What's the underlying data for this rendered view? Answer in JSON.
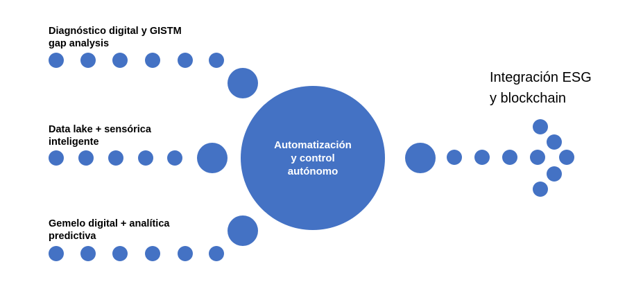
{
  "colors": {
    "node": "#4472c4",
    "hub_text": "#ffffff",
    "label_text": "#000000"
  },
  "inputs": [
    {
      "line1": "Diagnóstico digital y GISTM",
      "line2": "gap analysis"
    },
    {
      "line1": "Data lake + sensórica",
      "line2": "inteligente"
    },
    {
      "line1": "Gemelo digital + analítica",
      "line2": "predictiva"
    }
  ],
  "hub": {
    "line1": "Automatización",
    "line2": "y control",
    "line3": "autónomo"
  },
  "output": {
    "line1": "Integración ESG",
    "line2": "y blockchain"
  }
}
